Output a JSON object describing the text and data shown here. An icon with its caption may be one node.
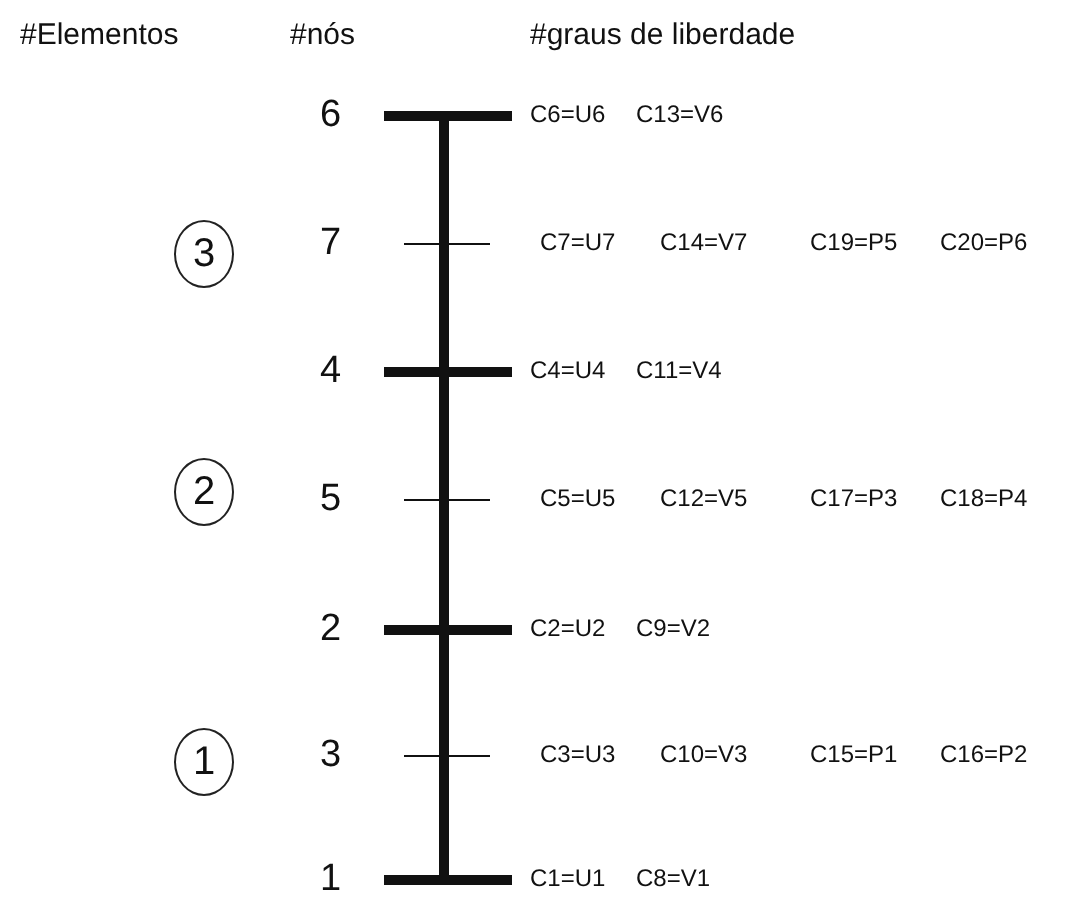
{
  "diagram": {
    "nodes": [
      {
        "text": [
          "3"
        ]
      },
      {
        "text": [
          "2"
        ]
      },
      {
        "text": [
          "1"
        ]
      }
    ],
    "labels": [
      "#Elementos",
      "#nós",
      "#graus de liberdade",
      "6",
      "C6=U6",
      "C13=V6",
      "7",
      "C7=U7",
      "C14=V7",
      "C19=P5",
      "C20=P6",
      "4",
      "C4=U4",
      "C11=V4",
      "5",
      "C5=U5",
      "C12=V5",
      "C17=P3",
      "C18=P4",
      "2",
      "C2=U2",
      "C9=V2",
      "3",
      "C3=U3",
      "C10=V3",
      "C15=P1",
      "C16=P2",
      "1",
      "C1=U1",
      "C8=V1"
    ]
  }
}
